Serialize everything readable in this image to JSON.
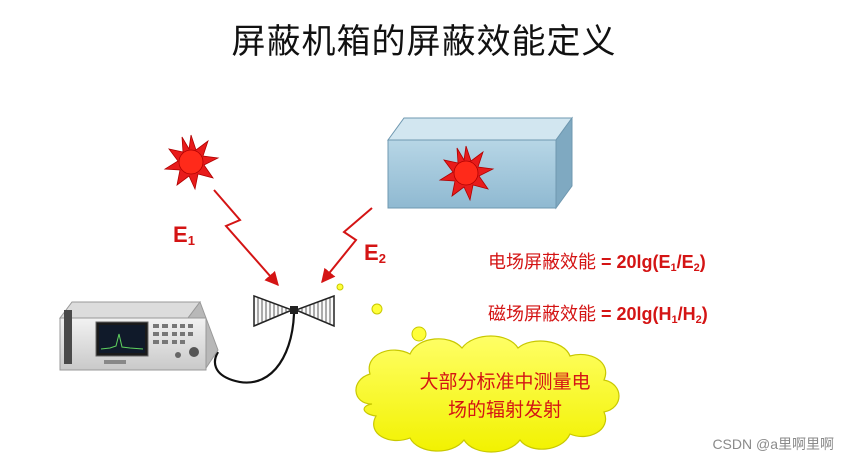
{
  "title": "屏蔽机箱的屏蔽效能定义",
  "labels": {
    "e1_main": "E",
    "e1_sub": "1",
    "e2_main": "E",
    "e2_sub": "2"
  },
  "formulas": {
    "electric": {
      "prefix": "电场屏蔽效能",
      "eq_start": " = 20lg(E",
      "sub1": "1",
      "mid": "/E",
      "sub2": "2",
      "end": ")"
    },
    "magnetic": {
      "prefix": "磁场屏蔽效能",
      "eq_start": " = 20lg(H",
      "sub1": "1",
      "mid": "/H",
      "sub2": "2",
      "end": ")"
    }
  },
  "cloud": {
    "line1": "大部分标准中测量电",
    "line2": "场的辐射发射"
  },
  "watermark": "CSDN @a里啊里啊",
  "colors": {
    "accent_red": "#d41414",
    "box_fill": "#a9cde0",
    "cloud_fill": "#ffff3a"
  },
  "icons": {
    "source": "sun-burst-icon",
    "antenna": "biconical-antenna-icon",
    "instrument": "spectrum-analyzer-icon"
  }
}
